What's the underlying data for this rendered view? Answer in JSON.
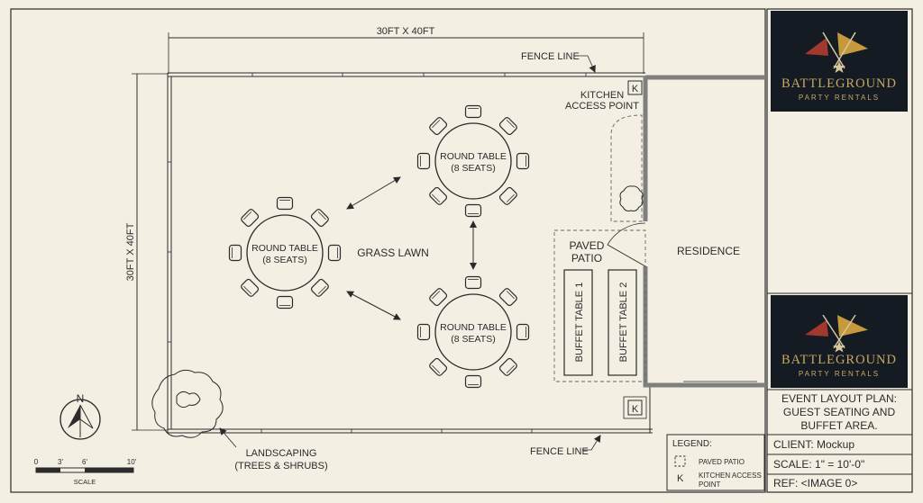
{
  "plan": {
    "overall_dim_top": "30FT X 40FT",
    "overall_dim_left": "30FT X 40FT",
    "fence_line_top": "FENCE LINE",
    "fence_line_bottom": "FENCE LINE",
    "kitchen_access": [
      "KITCHEN",
      "ACCESS POINT"
    ],
    "kitchen_marker": "K",
    "tables": [
      {
        "label": [
          "ROUND TABLE",
          "(8 SEATS)"
        ]
      },
      {
        "label": [
          "ROUND TABLE",
          "(8 SEATS)"
        ]
      },
      {
        "label": [
          "ROUND TABLE",
          "(8 SEATS)"
        ]
      }
    ],
    "grass_lawn": "GRASS LAWN",
    "paved_patio": [
      "PAVED",
      "PATIO"
    ],
    "buffet_tables": [
      "BUFFET TABLE 1",
      "BUFFET TABLE 2"
    ],
    "residence": "RESIDENCE",
    "landscaping": [
      "LANDSCAPING",
      "(TREES & SHRUBS)"
    ],
    "north": "N",
    "scale_bar": {
      "ticks": [
        "0",
        "3'",
        "6'",
        "10'"
      ],
      "caption": "SCALE"
    },
    "legend": {
      "title": "LEGEND:",
      "items": [
        {
          "icon": "dashed-square-icon",
          "label": [
            "PAVED PATIO"
          ]
        },
        {
          "icon": "kitchen-k-icon",
          "label": [
            "KITCHEN ACCESS",
            "POINT"
          ]
        }
      ]
    }
  },
  "title_block": {
    "logo": {
      "name": "BATTLEGROUND",
      "sub": "PARTY RENTALS"
    },
    "title": [
      "EVENT LAYOUT PLAN:",
      "GUEST SEATING AND",
      "BUFFET AREA."
    ],
    "client": "CLIENT: Mockup",
    "scale": "SCALE: 1\" = 10'-0\"",
    "ref": "REF: <IMAGE 0>"
  },
  "colors": {
    "paper": "#f4efe3",
    "ink": "#2b2b2b",
    "logo_bg": "#141b23",
    "logo_text": "#c9a862",
    "flag_red": "#a3382e",
    "flag_gold": "#c69a3c"
  }
}
